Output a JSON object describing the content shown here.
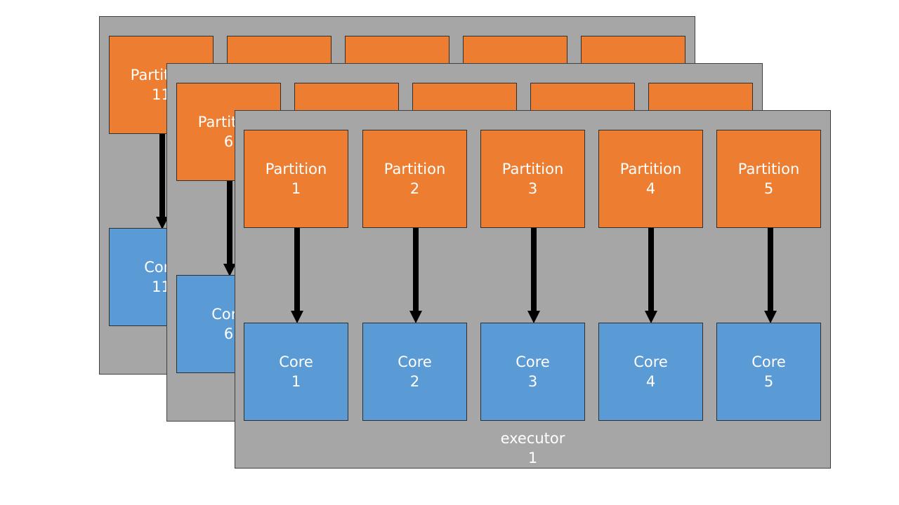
{
  "labels": {
    "partition": "Partition",
    "core": "Core",
    "executor": "executor"
  },
  "executors": [
    {
      "executor_number": "",
      "partitions": [
        "11",
        "",
        "",
        "",
        ""
      ],
      "cores": [
        "11",
        "",
        "",
        "",
        ""
      ]
    },
    {
      "executor_number": "",
      "partitions": [
        "6",
        "",
        "",
        "",
        ""
      ],
      "cores": [
        "6",
        "",
        "",
        "",
        ""
      ]
    },
    {
      "executor_number": "1",
      "partitions": [
        "1",
        "2",
        "3",
        "4",
        "5"
      ],
      "cores": [
        "1",
        "2",
        "3",
        "4",
        "5"
      ]
    }
  ],
  "colors": {
    "executor_background": "#a6a6a6",
    "partition": "#ed7d31",
    "core": "#5b9bd5",
    "arrow": "#000000",
    "text": "#ffffff"
  }
}
